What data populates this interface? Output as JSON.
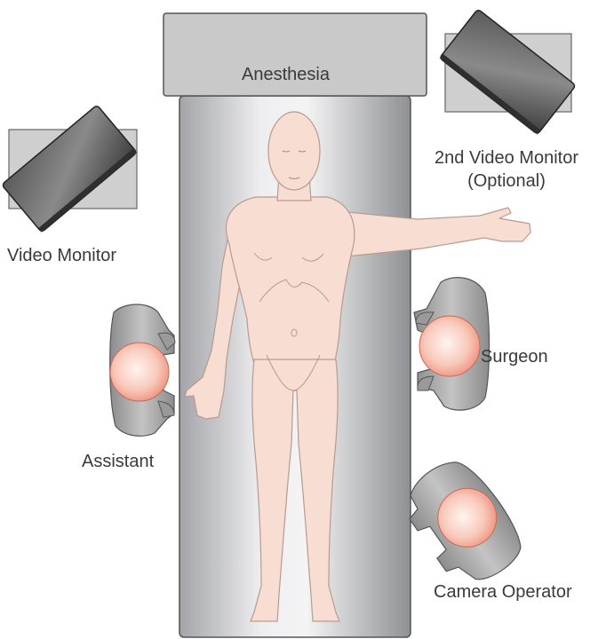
{
  "labels": {
    "anesthesia": "Anesthesia",
    "monitor_2_line1": "2nd Video Monitor",
    "monitor_2_line2": "(Optional)",
    "monitor_1": "Video Monitor",
    "surgeon": "Surgeon",
    "assistant": "Assistant",
    "camera_operator": "Camera Operator"
  },
  "colors": {
    "table_light": "#e7e7e9",
    "table_dark": "#9b9ca0",
    "panel_gray": "#c8c8c8",
    "monitor_dark": "#4a4a4a",
    "skin": "#f8ddd3",
    "skin_outline": "#b89a90",
    "head_pink": "#f6b9a8",
    "person_gray": "#a9a9a9"
  }
}
